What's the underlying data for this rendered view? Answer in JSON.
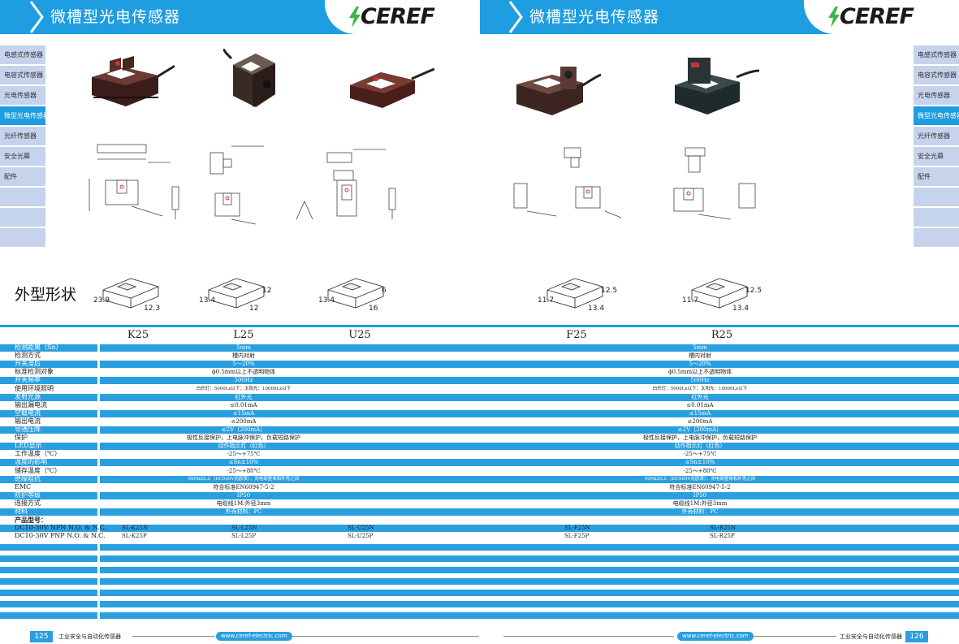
{
  "header": {
    "left_title": "微槽型光电传感器",
    "right_title": "微槽型光电传感器",
    "brand": "CEREF",
    "accent": "#1e9de0"
  },
  "nav": {
    "items": [
      "电感式传感器",
      "电容式传感器",
      "光电传感器",
      "微型光电传感器",
      "光纤传感器",
      "安全光幕",
      "配件",
      "",
      "",
      ""
    ],
    "active_index": 3
  },
  "section": {
    "shape_title": "外型形状"
  },
  "shapes": [
    {
      "dims": [
        "23.9",
        "12.3"
      ]
    },
    {
      "dims": [
        "13.4",
        "12",
        "12"
      ]
    },
    {
      "dims": [
        "13.4",
        "16",
        "6"
      ]
    },
    {
      "dims": [
        "11.7",
        "13.4",
        "12.5"
      ]
    },
    {
      "dims": [
        "11.7",
        "13.4",
        "12.5"
      ]
    }
  ],
  "models": [
    "K25",
    "L25",
    "U25",
    "F25",
    "R25"
  ],
  "spec_rows": [
    {
      "label": "检测距离（Sn）",
      "left": "5mm",
      "right": "5mm"
    },
    {
      "label": "检测方式",
      "left": "槽内对射",
      "right": "槽内对射"
    },
    {
      "label": "开关滞后",
      "left": "5～20%",
      "right": "5～20%"
    },
    {
      "label": "标准检测对象",
      "left": "ϕ0.5mm以上不透明物体",
      "right": "ϕ0.5mm以上不透明物体"
    },
    {
      "label": "开关频率",
      "left": "500Hz",
      "right": "500Hz"
    },
    {
      "label": "使用环境照明",
      "left": "白炽灯：5000Lx以下；太阳光：10000Lx以下",
      "right": "白炽灯：5000Lx以下；太阳光：10000Lx以下"
    },
    {
      "label": "发射光源",
      "left": "红外光",
      "right": "红外光"
    },
    {
      "label": "输出漏电流",
      "left": "≤0.01mA",
      "right": "≤0.01mA"
    },
    {
      "label": "空载电流",
      "left": "≤15mA",
      "right": "≤15mA"
    },
    {
      "label": "输出电流",
      "left": "≤200mA",
      "right": "≤200mA"
    },
    {
      "label": "导通压降",
      "left": "≤2V（200mA）",
      "right": "≤2V（200mA）"
    },
    {
      "label": "保护",
      "left": "极性反接保护，上电脉冲保护，负载短路保护",
      "right": "极性反接保护，上电脉冲保护，负载短路保护"
    },
    {
      "label": "LED显示",
      "left": "动作指示灯（红色）",
      "right": "动作指示灯（红色）"
    },
    {
      "label": "工作温度（℃）",
      "left": "-25～+75℃",
      "right": "-25～+75℃"
    },
    {
      "label": "温度的影响",
      "left": "≤Sn±10%",
      "right": "≤Sn±10%"
    },
    {
      "label": "储存温度（℃）",
      "left": "-25～+80℃",
      "right": "-25～+80℃"
    },
    {
      "label": "绝缘阻抗",
      "left": "50MΩ以上（DC500V兆欧表），充电部整体和外壳之间",
      "right": "50MΩ以上（DC500V兆欧表），充电部整体和外壳之间"
    },
    {
      "label": "EMC",
      "left": "符合标准EN60947-5-2",
      "right": "符合标准EN60947-5-2"
    },
    {
      "label": "防护等级",
      "left": "IP50",
      "right": "IP50"
    },
    {
      "label": "连接方式",
      "left": "电缆线1M:外径3mm",
      "right": "电缆线1M:外径3mm"
    },
    {
      "label": "材料",
      "left": "外壳材料：PC",
      "right": "外壳材料：PC"
    }
  ],
  "products": {
    "label": "产品型号：",
    "rows": [
      {
        "label": "DC10-30V NPN N.O. & N.C.",
        "codes": [
          "SL-K25N",
          "SL-L25N",
          "SL-U25N",
          "SL-F25N",
          "SL-R25N"
        ]
      },
      {
        "label": "DC10-30V PNP N.O. & N.C.",
        "codes": [
          "SL-K25P",
          "SL-L25P",
          "SL-U25P",
          "SL-F25P",
          "SL-R25P"
        ]
      }
    ]
  },
  "footer": {
    "left_page": "125",
    "right_page": "126",
    "left_text": "工业安全与自动化传感器",
    "right_text": "工业安全与自动化传感器",
    "url": "www.ceref-electric.com"
  }
}
